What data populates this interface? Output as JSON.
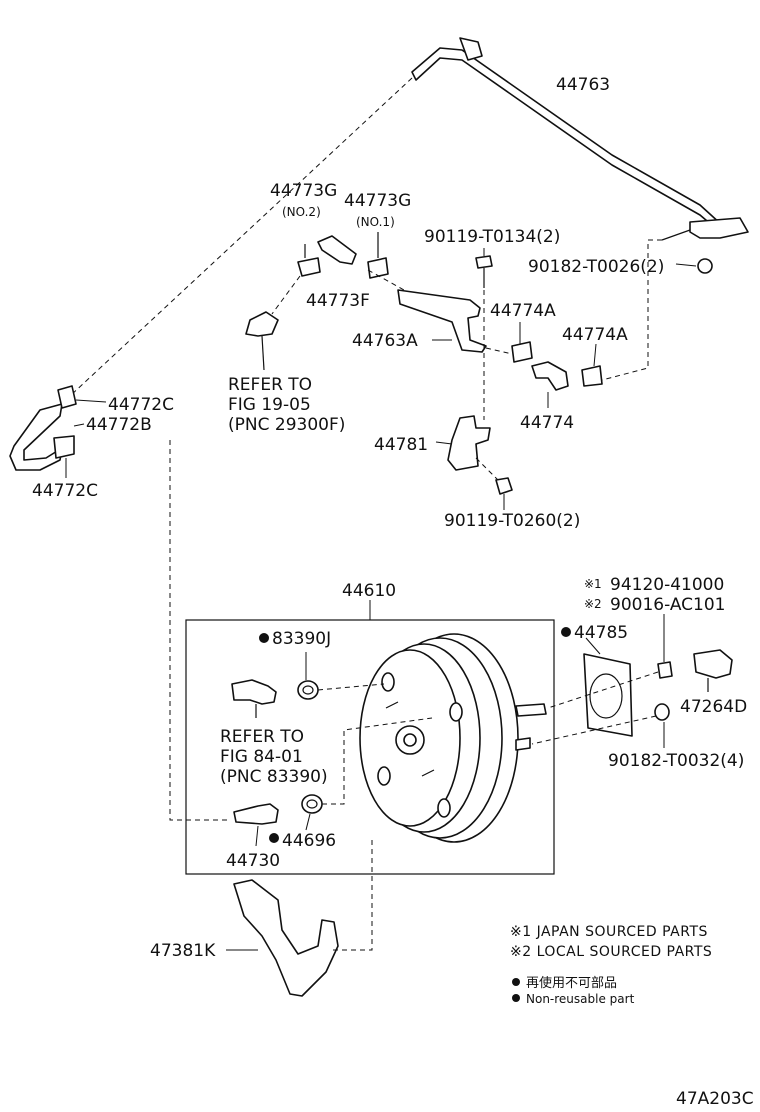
{
  "labels": {
    "p44763": "44763",
    "p44773G_a": "44773G",
    "p44773G_a_sub": "(NO.2)",
    "p44773G_b": "44773G",
    "p44773G_b_sub": "(NO.1)",
    "p90119_T0134": "90119-T0134(2)",
    "p90182_T0026": "90182-T0026(2)",
    "p44773F": "44773F",
    "p44774A_a": "44774A",
    "p44774A_b": "44774A",
    "p44763A": "44763A",
    "p44774": "44774",
    "p44781": "44781",
    "p90119_T0260": "90119-T0260(2)",
    "p44772C_a": "44772C",
    "p44772B": "44772B",
    "p44772C_b": "44772C",
    "ref1_line1": "REFER TO",
    "ref1_line2": "FIG 19-05",
    "ref1_line3": "(PNC 29300F)",
    "p44610": "44610",
    "p83390J": "83390J",
    "p44785": "44785",
    "p94120_41000": "94120-41000",
    "p90016_AC101": "90016-AC101",
    "p47264D": "47264D",
    "p90182_T0032": "90182-T0032(4)",
    "ref2_line1": "REFER TO",
    "ref2_line2": "FIG 84-01",
    "ref2_line3": "(PNC 83390)",
    "p44696": "44696",
    "p44730": "44730",
    "p47381K": "47381K",
    "note1_mark": "※1",
    "note2_mark": "※2"
  },
  "notes": {
    "japan": "※1 JAPAN SOURCED PARTS",
    "local": "※2 LOCAL SOURCED PARTS",
    "nonreusable_jp": "再使用不可部品",
    "nonreusable_en": "Non-reusable part"
  },
  "figure_code": "47A203C"
}
